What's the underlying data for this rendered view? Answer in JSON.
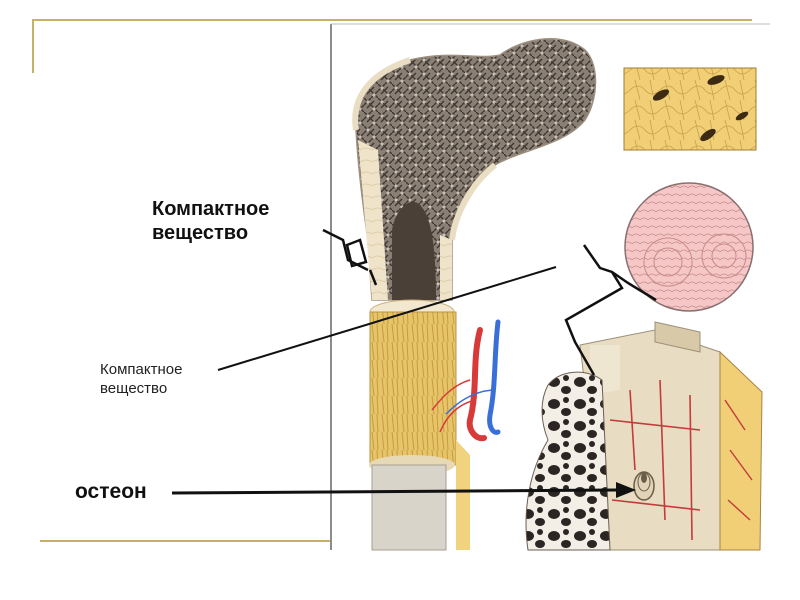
{
  "labels": {
    "compact_substance_top": [
      "Компактное",
      "вещество"
    ],
    "compact_substance_mid": [
      "Компактное",
      "вещество"
    ],
    "osteon": "остеон"
  },
  "colors": {
    "frame": "#c8b068",
    "bone_yellow": "#e6c46a",
    "spongy": "#6d6359",
    "artery": "#d83a3a",
    "vein": "#3a6fd8",
    "lamellae_pink": "#f2b9b9"
  }
}
